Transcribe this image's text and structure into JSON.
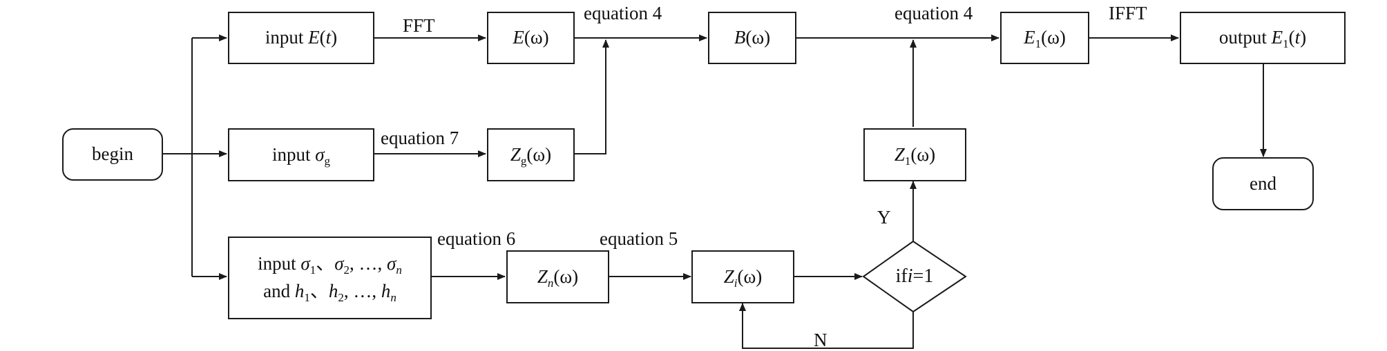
{
  "nodes": {
    "begin": "begin",
    "end": "end",
    "input_et": {
      "prefix": "input ",
      "var": "E",
      "arg": "(",
      "targ": "t",
      "close": ")"
    },
    "e_omega": {
      "var": "E",
      "arg": "(ω)"
    },
    "b_omega": {
      "var": "B",
      "arg": "(ω)"
    },
    "e1_omega": {
      "var": "E",
      "sub": "1",
      "arg": "(ω)"
    },
    "output_e1t": {
      "prefix": "output ",
      "var": "E",
      "sub": "1",
      "open": "(",
      "targ": "t",
      "close": ")"
    },
    "input_sigma_g": {
      "prefix": "input ",
      "var": "σ",
      "sub": "g"
    },
    "zg_omega": {
      "var": "Z",
      "sub": "g",
      "arg": "(ω)"
    },
    "z1_omega": {
      "var": "Z",
      "sub": "1",
      "arg": "(ω)"
    },
    "input_layers": {
      "line1_prefix": "input ",
      "sigma": "σ",
      "s1": "1",
      "sep1": "、",
      "s2": "2",
      "ellipsis": ", …, ",
      "sn": "n",
      "line2_prefix": "and ",
      "h": "h",
      "h1": "1",
      "h2": "2",
      "hn": "n",
      "comma": ", "
    },
    "zn_omega": {
      "var": "Z",
      "sub": "n",
      "arg": "(ω)"
    },
    "zi_omega": {
      "var": "Z",
      "sub": "i",
      "arg": "(ω)"
    },
    "decision": {
      "prefix": "if ",
      "var": "i",
      "rest": "=1"
    }
  },
  "edge_labels": {
    "fft": "FFT",
    "eq4_top_left": "equation 4",
    "eq4_top_right": "equation 4",
    "ifft": "IFFT",
    "eq7": "equation 7",
    "eq6": "equation 6",
    "eq5": "equation 5",
    "yes": "Y",
    "no": "N"
  }
}
